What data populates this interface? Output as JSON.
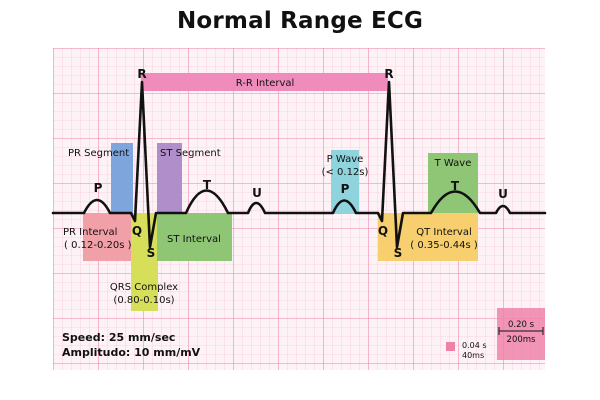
{
  "title": "Normal Range ECG",
  "colors": {
    "paper": "#fdf3f6",
    "grid_minor": "#f6b9cf",
    "grid_major": "#ee82a9",
    "trace": "#111111",
    "rr": "#f08cbb",
    "pr_segment": "#7ea6dc",
    "st_segment": "#b08ec9",
    "pr_interval": "#f2a0a8",
    "qrs": "#d7df5a",
    "st_interval": "#8fc676",
    "p_wave": "#8fd3dd",
    "t_wave": "#8fc676",
    "qt_interval": "#f7cf6e",
    "scale_box": "#ee82a9"
  },
  "waves": {
    "beat1": {
      "p": "P",
      "q": "Q",
      "r": "R",
      "s": "S",
      "t": "T",
      "u": "U"
    },
    "beat2": {
      "p": "P",
      "q": "Q",
      "r": "R",
      "s": "S",
      "t": "T",
      "u": "U"
    }
  },
  "annotations": {
    "rr_interval": "R-R Interval",
    "pr_segment": "PR Segment",
    "st_segment": "ST Segment",
    "pr_interval": [
      "PR Interval",
      "( 0.12-0.20s )"
    ],
    "qrs_complex": [
      "QRS Complex",
      "(0.80-0.10s)"
    ],
    "st_interval": "ST Interval",
    "p_wave": [
      "P Wave",
      "(< 0.12s)"
    ],
    "t_wave": "T Wave",
    "qt_interval": [
      "QT Interval",
      "( 0.35-0.44s )"
    ]
  },
  "info": {
    "speed": "Speed: 25 mm/sec",
    "amplitude": "Amplitudo: 10 mm/mV"
  },
  "scale": {
    "small": [
      "0.04 s",
      "40ms"
    ],
    "large": [
      "0.20 s",
      "200ms"
    ]
  }
}
